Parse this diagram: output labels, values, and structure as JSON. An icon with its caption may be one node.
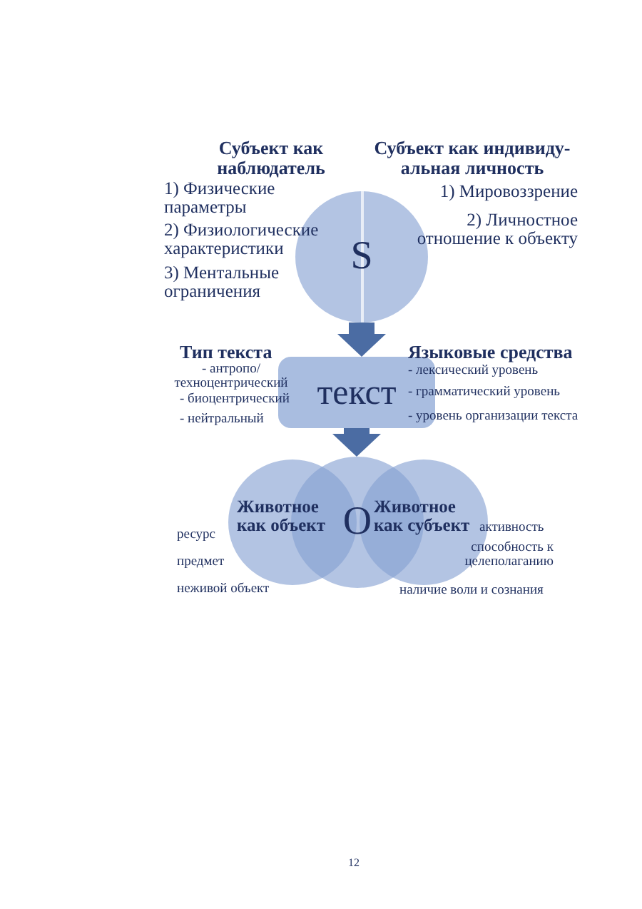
{
  "diagram": {
    "nodes": [
      {
        "text": [
          "S"
        ]
      },
      {
        "text": [
          "текст"
        ]
      },
      {
        "text": [
          "Животное как объект"
        ]
      },
      {
        "text": [
          "O"
        ]
      },
      {
        "text": [
          "Животное как субъект"
        ]
      }
    ],
    "edges": [
      {
        "from": 0,
        "to": 1,
        "arrow": "to"
      },
      {
        "from": 1,
        "to": 3,
        "arrow": "to"
      }
    ],
    "labels": [
      "Субъект как наблюдатель",
      "Субъект как индивиду- альная личность",
      "1) Физические параметры",
      "1) Мировоззрение",
      "2) Физиологические характеристики",
      "2) Личностное отношение к объекту",
      "3) Ментальные ограничения",
      "Тип текста",
      "Языковые средства",
      "- антропо/ техноцентрический",
      "- лексический уровень",
      "- биоцентрический",
      "- грамматический уровень",
      "- нейтральный",
      "- уровень организации текста",
      "ресурс",
      "активность",
      "предмет",
      "способность к целеполаганию",
      "неживой объект",
      "наличие воли и сознания",
      "12"
    ]
  }
}
